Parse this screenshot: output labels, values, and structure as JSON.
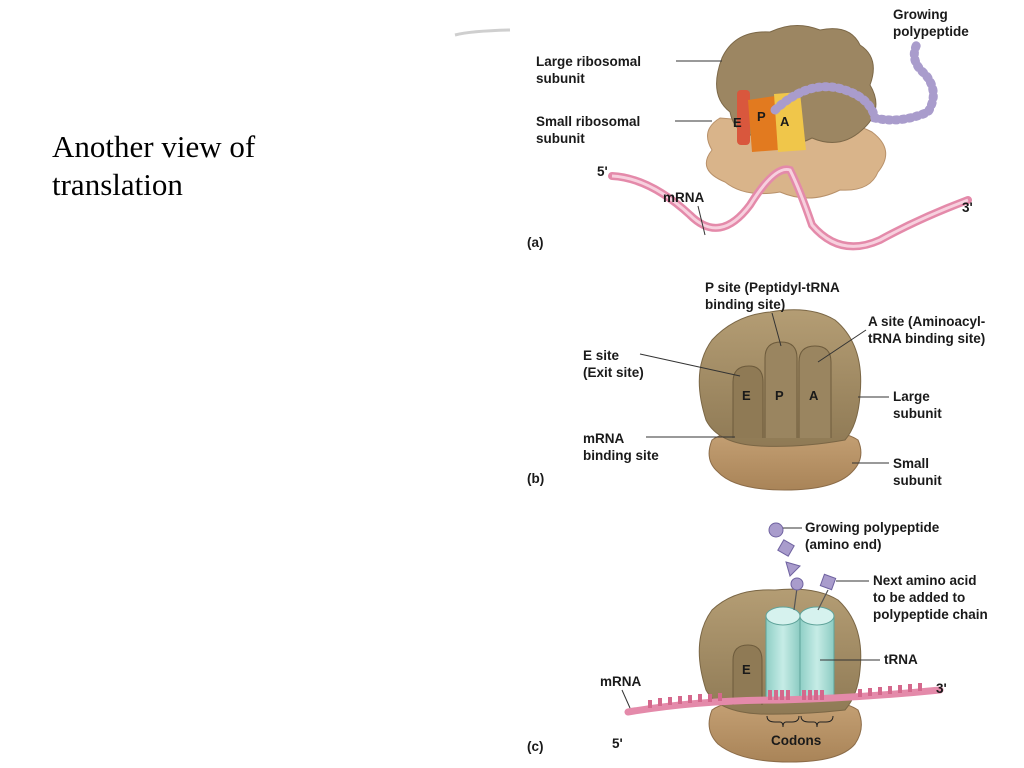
{
  "slide": {
    "title_line1": "Another view of",
    "title_line2": "translation"
  },
  "panel_a": {
    "panel_label": "(a)",
    "large_subunit_l1": "Large ribosomal",
    "large_subunit_l2": "subunit",
    "small_subunit_l1": "Small ribosomal",
    "small_subunit_l2": "subunit",
    "growing_l1": "Growing",
    "growing_l2": "polypeptide",
    "end5": "5'",
    "end3": "3'",
    "mrna": "mRNA",
    "site_e": "E",
    "site_p": "P",
    "site_a": "A"
  },
  "panel_b": {
    "panel_label": "(b)",
    "p_site_l1": "P site (Peptidyl-tRNA",
    "p_site_l2": "binding site)",
    "a_site_l1": "A site (Aminoacyl-",
    "a_site_l2": "tRNA binding site)",
    "e_site_l1": "E site",
    "e_site_l2": "(Exit site)",
    "large_l1": "Large",
    "large_l2": "subunit",
    "mrna_site_l1": "mRNA",
    "mrna_site_l2": "binding site",
    "small_l1": "Small",
    "small_l2": "subunit",
    "site_e": "E",
    "site_p": "P",
    "site_a": "A"
  },
  "panel_c": {
    "panel_label": "(c)",
    "growing_l1": "Growing polypeptide",
    "growing_l2": "(amino end)",
    "next_l1": "Next amino acid",
    "next_l2": "to be added to",
    "next_l3": "polypeptide chain",
    "trna": "tRNA",
    "mrna": "mRNA",
    "end5": "5'",
    "end3": "3'",
    "codons": "Codons",
    "site_e": "E"
  },
  "colors": {
    "ribosome_large": "#a08a62",
    "ribosome_small": "#c9a47a",
    "mrna_pink": "#e48aaa",
    "trna_teal": "#a9dcd4",
    "polypeptide": "#a99ccc"
  }
}
